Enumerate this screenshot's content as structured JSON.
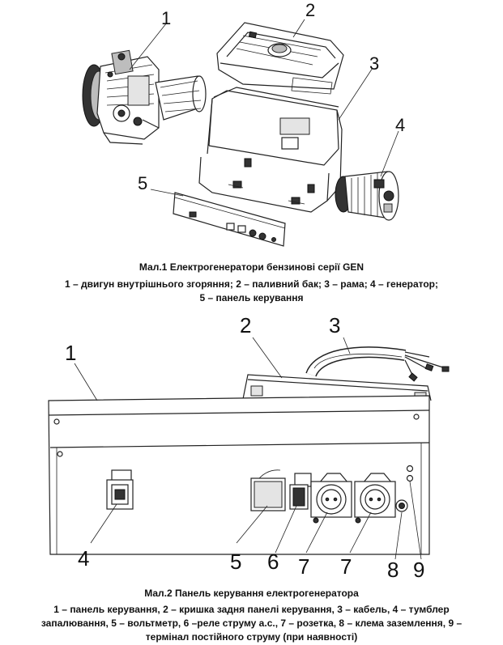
{
  "figure1": {
    "labels": [
      "1",
      "2",
      "3",
      "4",
      "5"
    ],
    "caption_title": "Мал.1 Електрогенератори бензинові серії GEN",
    "caption_legend_line1": "1 – двигун внутрішнього згоряння; 2 – паливний бак; 3 – рама; 4 – генератор;",
    "caption_legend_line2": "5 – панель керування"
  },
  "figure2": {
    "labels": [
      "1",
      "2",
      "3",
      "4",
      "5",
      "6",
      "7",
      "7",
      "8",
      "9"
    ],
    "caption_title": "Мал.2 Панель керування електрогенератора",
    "caption_legend_line1": "1 – панель керування, 2 – кришка задня панелі керування, 3 – кабель, 4 – тумблер",
    "caption_legend_line2": "запалювання, 5 – вольтметр, 6 –реле струму а.с., 7 – розетка, 8 – клема заземлення, 9 –",
    "caption_legend_line3": "термінал постійного струму (при  наявності)"
  }
}
